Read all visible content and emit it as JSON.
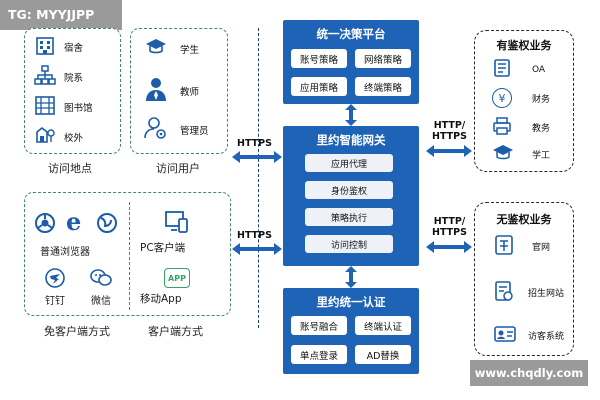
{
  "watermark_top": "TG: MYYJJPP",
  "watermark_bottom": "www.chqdly.com",
  "access_location": {
    "caption": "访问地点",
    "items": [
      {
        "label": "宿舍",
        "icon": "building-icon"
      },
      {
        "label": "院系",
        "icon": "org-chart-icon"
      },
      {
        "label": "图书馆",
        "icon": "library-icon"
      },
      {
        "label": "校外",
        "icon": "outside-icon"
      }
    ]
  },
  "access_users": {
    "caption": "访问用户",
    "items": [
      {
        "label": "学生",
        "icon": "graduation-cap-icon"
      },
      {
        "label": "教师",
        "icon": "teacher-icon"
      },
      {
        "label": "管理员",
        "icon": "admin-gear-icon"
      }
    ]
  },
  "clientless": {
    "caption": "免客户端方式",
    "browsers_label": "普通浏览器",
    "apps": [
      {
        "label": "钉钉",
        "icon": "dingtalk-icon"
      },
      {
        "label": "微信",
        "icon": "wechat-icon"
      }
    ]
  },
  "client": {
    "caption": "客户端方式",
    "pc_label": "PC客户端",
    "mobile_label": "移动App",
    "app_icon_text": "APP"
  },
  "protocols": {
    "left_top": "HTTPS",
    "left_bottom": "HTTPS",
    "right_top": "HTTP/\nHTTPS",
    "right_bottom": "HTTP/\nHTTPS"
  },
  "decision_platform": {
    "title": "统一决策平台",
    "buttons": [
      "账号策略",
      "网络策略",
      "应用策略",
      "终端策略"
    ]
  },
  "gateway": {
    "title": "里约智能网关",
    "buttons": [
      "应用代理",
      "身份鉴权",
      "策略执行",
      "访问控制"
    ]
  },
  "auth": {
    "title": "里约统一认证",
    "buttons": [
      "账号融合",
      "终端认证",
      "单点登录",
      "AD替换"
    ]
  },
  "auth_business": {
    "title": "有鉴权业务",
    "items": [
      {
        "label": "OA",
        "icon": "doc-icon"
      },
      {
        "label": "财务",
        "icon": "yuan-icon"
      },
      {
        "label": "教务",
        "icon": "printer-icon"
      },
      {
        "label": "学工",
        "icon": "graduation-cap-icon"
      }
    ]
  },
  "noauth_business": {
    "title": "无鉴权业务",
    "items": [
      {
        "label": "官网",
        "icon": "website-icon"
      },
      {
        "label": "招生网站",
        "icon": "admission-icon"
      },
      {
        "label": "访客系统",
        "icon": "visitor-card-icon"
      }
    ]
  }
}
